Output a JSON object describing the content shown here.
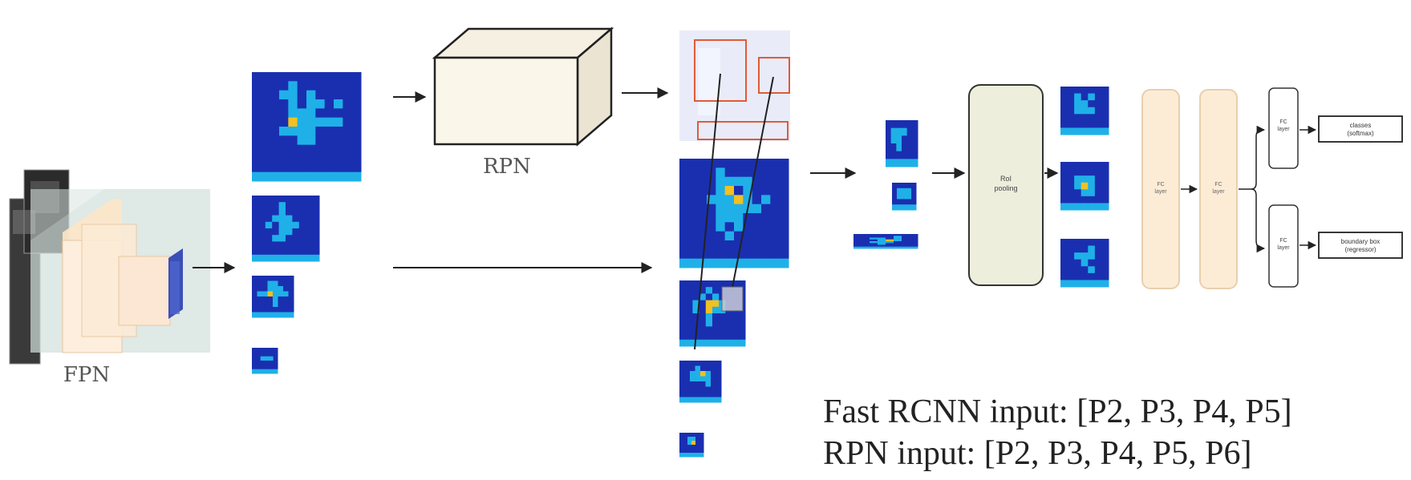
{
  "labels": {
    "fpn": "FPN",
    "rpn": "RPN",
    "roi_pooling": [
      "RoI",
      "pooling"
    ],
    "fc_layer": [
      "FC",
      "layer"
    ],
    "classes": [
      "classes",
      "(softmax)"
    ],
    "bbox": [
      "boundary box",
      "(regressor)"
    ]
  },
  "text_lines": {
    "fast_rcnn_input": "Fast RCNN input: [P2, P3, P4, P5]",
    "rpn_input": "RPN input: [P2, P3, P4, P5, P6]"
  },
  "colors": {
    "heat_low": "#1a2fb0",
    "heat_mid": "#1fb0e8",
    "heat_hot": "#f2c020",
    "heat_max": "#d8301c",
    "proposal_box": "#e05a3a",
    "fc_fill": "#fcecd6",
    "roi_fill": "#eeeedd"
  }
}
